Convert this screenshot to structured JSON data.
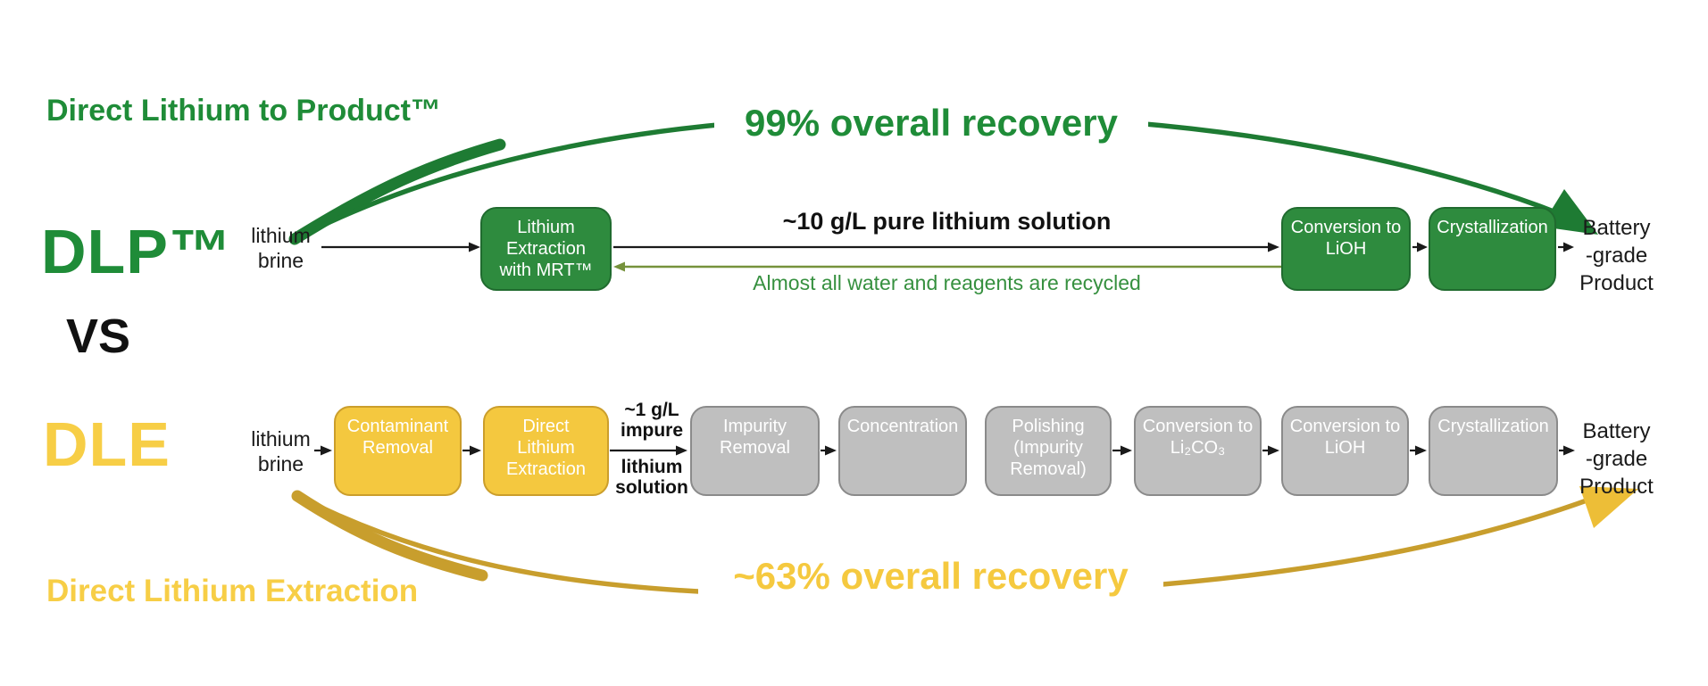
{
  "colors": {
    "green_accent": "#1F8C38",
    "green_box": "#2E8B3E",
    "olive_recycle_arrow": "#76923C",
    "yellow_accent": "#F7CE46",
    "yellow_box": "#F4C83F",
    "gold_arrow": "#C89E2D",
    "gray_box": "#BFBFBF",
    "text_black": "#1a1a1a"
  },
  "versus": "VS",
  "dlp": {
    "heading": "Direct Lithium to Product™",
    "recovery": "99% overall recovery",
    "acronym": "DLP™",
    "input": "lithium\nbrine",
    "stream_label": "~10 g/L pure lithium solution",
    "recycle_note": "Almost all water and reagents are recycled",
    "steps": [
      "Lithium\nExtraction\nwith MRT™",
      "Conversion to\nLiOH",
      "Crystallization"
    ],
    "output": "Battery\n-grade\nProduct"
  },
  "dle": {
    "heading": "Direct Lithium Extraction",
    "recovery": "~63% overall recovery",
    "acronym": "DLE",
    "input": "lithium\nbrine",
    "stream_label_top": "~1 g/L\nimpure",
    "stream_label_bottom": "lithium\nsolution",
    "steps": [
      "Contaminant\nRemoval",
      "Direct\nLithium\nExtraction",
      "Impurity\nRemoval",
      "Concentration",
      "Polishing\n(Impurity\nRemoval)",
      "Conversion to\nLi₂CO₃",
      "Conversion to\nLiOH",
      "Crystallization"
    ],
    "output": "Battery\n-grade\nProduct"
  }
}
